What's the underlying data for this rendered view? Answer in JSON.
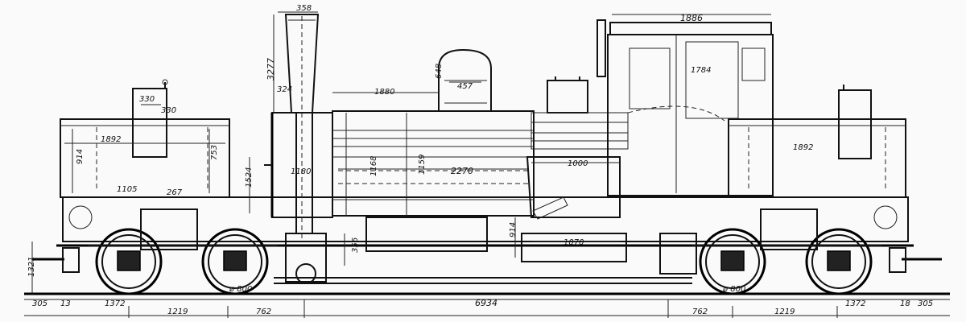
{
  "colors": {
    "ink": "#111111",
    "paper": "#fafafa"
  },
  "dimensions": {
    "chimney_top": "358",
    "chimney_height": "3277",
    "chimney_small": "324",
    "dome_height": "648",
    "dome_width": "457",
    "boiler_span": "1880",
    "cab_width": "1886",
    "cab_height": "1784",
    "tank_left_top": "330",
    "tank_left_top2": "330",
    "tank_left_width": "1892",
    "tank_left_height": "914",
    "tank_left_h2": "753",
    "tank_left_bottom": "1105",
    "tank_left_small": "267",
    "smokebox_h": "1524",
    "smokebox_dia": "1180",
    "boiler_dia1": "1168",
    "boiler_dia2": "1159",
    "firebox_len": "2270",
    "firebox_h": "1000",
    "tank_right_width": "1892",
    "frame_h": "914",
    "ashpan_len": "1070",
    "cylinder_h": "356",
    "wheel_left": "ø 800",
    "wheel_right": "ø 800",
    "left_end_h": "1321",
    "overall_left_a": "305",
    "overall_left_b": "13",
    "base_left_1372": "1372",
    "base_left_1219": "1219",
    "base_left_762": "762",
    "base_center": "6934",
    "base_right_762": "762",
    "base_right_1219": "1219",
    "base_right_1372": "1372",
    "overall_right_b": "18",
    "overall_right_a": "305"
  }
}
